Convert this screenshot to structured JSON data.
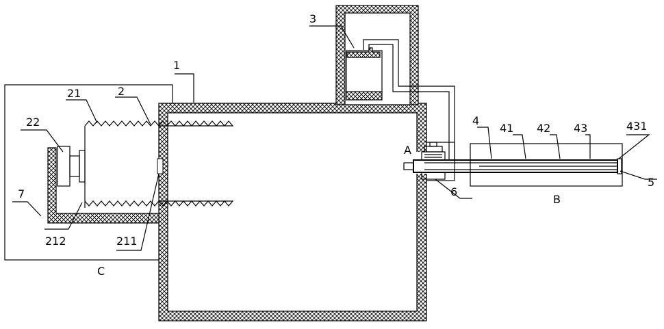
{
  "labels": {
    "part_1": "1",
    "part_2": "2",
    "part_3": "3",
    "part_4": "4",
    "part_5": "5",
    "part_6": "6",
    "part_7": "7",
    "part_21": "21",
    "part_22": "22",
    "part_41": "41",
    "part_42": "42",
    "part_43": "43",
    "part_211": "211",
    "part_212": "212",
    "part_431": "431",
    "region_a": "A",
    "region_b": "B",
    "region_c": "C"
  }
}
